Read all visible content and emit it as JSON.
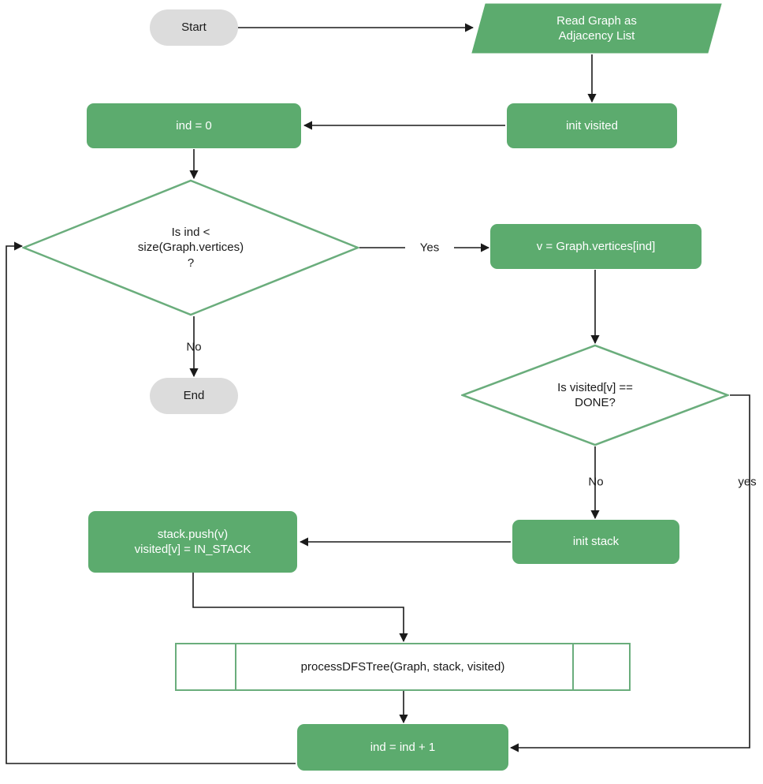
{
  "diagram": {
    "title": "DFS Forest Traversal Flowchart",
    "colors": {
      "process_fill": "#5cab6e",
      "terminal_fill": "#dcdcdc",
      "shape_stroke": "#6aad7c",
      "edge_stroke": "#1a1a1a",
      "process_text": "#ffffff",
      "plain_text": "#1a1a1a"
    },
    "nodes": {
      "start": {
        "label": "Start",
        "type": "terminal"
      },
      "read_graph": {
        "label_line1": "Read Graph as",
        "label_line2": "Adjacency List",
        "type": "io-parallelogram"
      },
      "init_visited": {
        "label": "init visited",
        "type": "process"
      },
      "ind_zero": {
        "label": "ind = 0",
        "type": "process"
      },
      "loop_check": {
        "label_line1": "Is ind <",
        "label_line2": "size(Graph.vertices)",
        "label_line3": "?",
        "type": "decision"
      },
      "end": {
        "label": "End",
        "type": "terminal"
      },
      "get_vertex": {
        "label": "v = Graph.vertices[ind]",
        "type": "process"
      },
      "visited_check": {
        "label_line1": "Is visited[v] ==",
        "label_line2": "DONE?",
        "type": "decision"
      },
      "init_stack": {
        "label": "init stack",
        "type": "process"
      },
      "push_stack": {
        "label_line1": "stack.push(v)",
        "label_line2": "visited[v] = IN_STACK",
        "type": "process"
      },
      "process_dfs_tree": {
        "label": "processDFSTree(Graph, stack, visited)",
        "type": "subroutine"
      },
      "increment": {
        "label": "ind = ind + 1",
        "type": "process"
      }
    },
    "edge_labels": {
      "loop_yes": "Yes",
      "loop_no": "No",
      "visited_no": "No",
      "visited_yes": "yes"
    }
  }
}
